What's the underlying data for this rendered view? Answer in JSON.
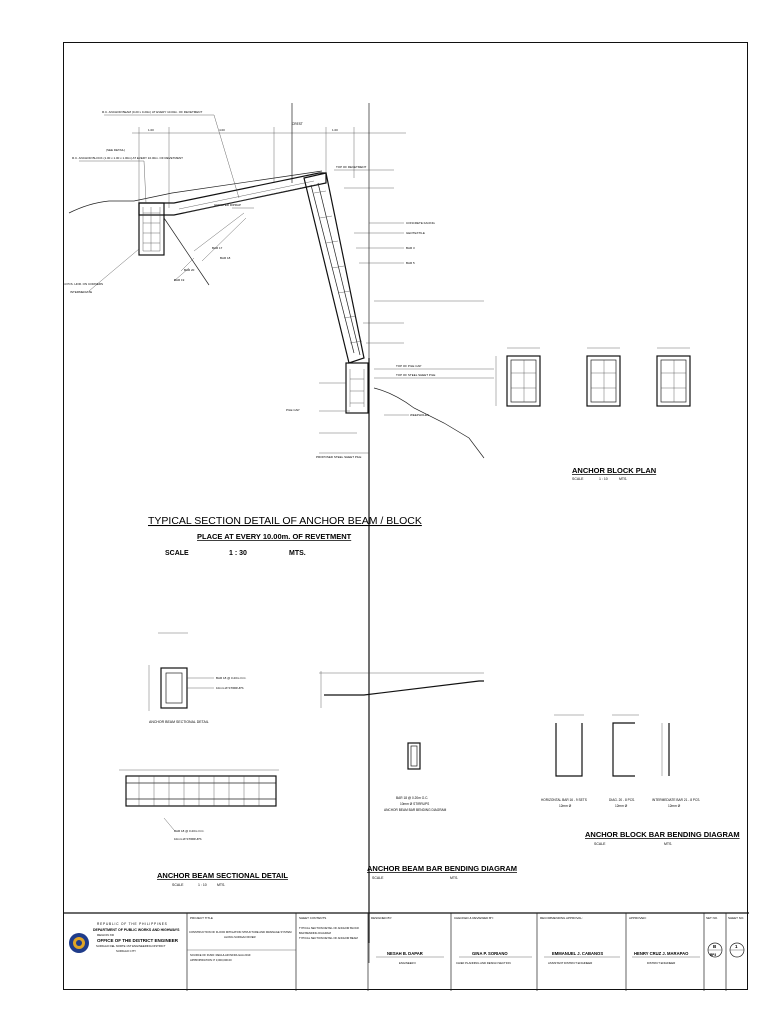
{
  "drawing": {
    "main_title": "TYPICAL SECTION DETAIL OF ANCHOR BEAM / BLOCK",
    "main_subtitle": "PLACE AT EVERY 10.00m. OF REVETMENT",
    "main_scale_label": "SCALE",
    "main_scale_value": "1 : 30",
    "main_scale_unit": "MTS.",
    "callouts": [
      "R.C. ANCHOR BEAM (0.20 x 0.20m) AT EVERY 10.00m. OF REVETMENT",
      "(SEE DETAIL)",
      "R.C. ANCHOR BLOCK (1.00 x 1.00 x 1.00m) AT EVERY 10.00m. OF REVETMENT",
      "GROUTED RIPRAP",
      "BAR 17",
      "BAR 18",
      "BAR 20",
      "BAR 19",
      "4 PCS. HOR. ON CORNERS",
      "INTERMEDIATE",
      "CREST",
      "TOP OF REVETMENT",
      "CONCRETE FACING",
      "GEOTEXTILE",
      "BAR 3",
      "BAR 5",
      "TOP OF PILE CAP",
      "TOP OF STEEL SHEET PILE",
      "WEEPHOLES",
      "PILE CAP",
      "PROPOSED STEEL SHEET PILE"
    ],
    "plan_title": "ANCHOR BLOCK PLAN",
    "plan_scale_label": "SCALE",
    "plan_scale_value": "1 : 10",
    "plan_scale_unit": "MTS.",
    "beam_section_label": "ANCHOR BEAM SECTIONAL DETAIL",
    "beam_detail_title": "ANCHOR BEAM SECTIONAL DETAIL",
    "beam_detail_scale_label": "SCALE",
    "beam_detail_scale_value": "1 : 10",
    "beam_detail_scale_unit": "MTS.",
    "bar_note_1": "BAR 18 @ 0.20m O.C.",
    "bar_note_2": "10mm Ø STIRRUPS",
    "bar_note_3": "ANCHOR BEAM BAR BENDING DIAGRAM",
    "beam_bending_title": "ANCHOR BEAM BAR BENDING DIAGRAM",
    "beam_bending_scale_label": "SCALE",
    "beam_bending_scale_unit": "MTS.",
    "block_bars": [
      {
        "name": "HORIZONTAL BAR 16 - 9 SETS",
        "note": "12mm Ø"
      },
      {
        "name": "DIAG. 20 - 8 PCS.",
        "note": "12mm Ø"
      },
      {
        "name": "INTERMEDIATE BAR 21 - 8 PCS.",
        "note": "12mm Ø"
      }
    ],
    "block_bending_title": "ANCHOR BLOCK BAR BENDING DIAGRAM",
    "block_bending_scale_label": "SCALE",
    "block_bending_scale_unit": "MTS."
  },
  "title_block": {
    "republic": "REPUBLIC OF THE PHILIPPINES",
    "department": "DEPARTMENT OF PUBLIC WORKS AND HIGHWAYS",
    "region": "REGION XIII",
    "office": "OFFICE OF THE DISTRICT ENGINEER",
    "district": "SURIGAO DEL NORTE 1ST ENGINEERING DISTRICT",
    "city": "SURIGAO CITY",
    "project_title_label": "PROJECT TITLE",
    "project_title": "CONSTRUCTION OF FLOOD MITIGATION STRUCTURE AND DRAINAGE SYSTEM",
    "project_sub": "ALONG SURIGAO RIVER",
    "source": "SOURCE OF FUND: REGULAR INFRA GAA 2019",
    "appropriation": "APPROPRIATION: P 3,000,000.00",
    "sheet_contents_label": "SHEET CONTENTS",
    "sheet_contents": [
      "TYPICAL SECTION DETAIL OF ANCHOR BLOCK",
      "BAR BENDING DIAGRAM",
      "TYPICAL SECTION DETAIL OF ANCHOR BEAM"
    ],
    "designed_by_label": "DESIGNED BY:",
    "designed_by": "NESAH B. DAPAR",
    "designed_by_role": "ENGINEER II",
    "checked_label": "CHECKED & REVIEWED BY:",
    "checked_by": "GINA P. SORIANO",
    "checked_role": "CHIEF PLANNING AND DESIGN SECTION",
    "recommending_label": "RECOMMENDING APPROVAL:",
    "recommending_by": "EMMANUEL J. CABANOS",
    "recommending_role": "ASSISTANT DISTRICT ENGINEER",
    "approved_label": "APPROVED:",
    "approved_by": "HENRY CRUZ J. MARAPAO",
    "approved_role": "DISTRICT ENGINEER",
    "set_no_label": "SET NO.",
    "set_no": "B",
    "set_sub": "RP3",
    "sheet_no_label": "SHEET NO.",
    "sheet_no": "1"
  },
  "colors": {
    "line": "#222222",
    "seal_blue": "#1f3c8a",
    "seal_gold": "#e0a526"
  }
}
